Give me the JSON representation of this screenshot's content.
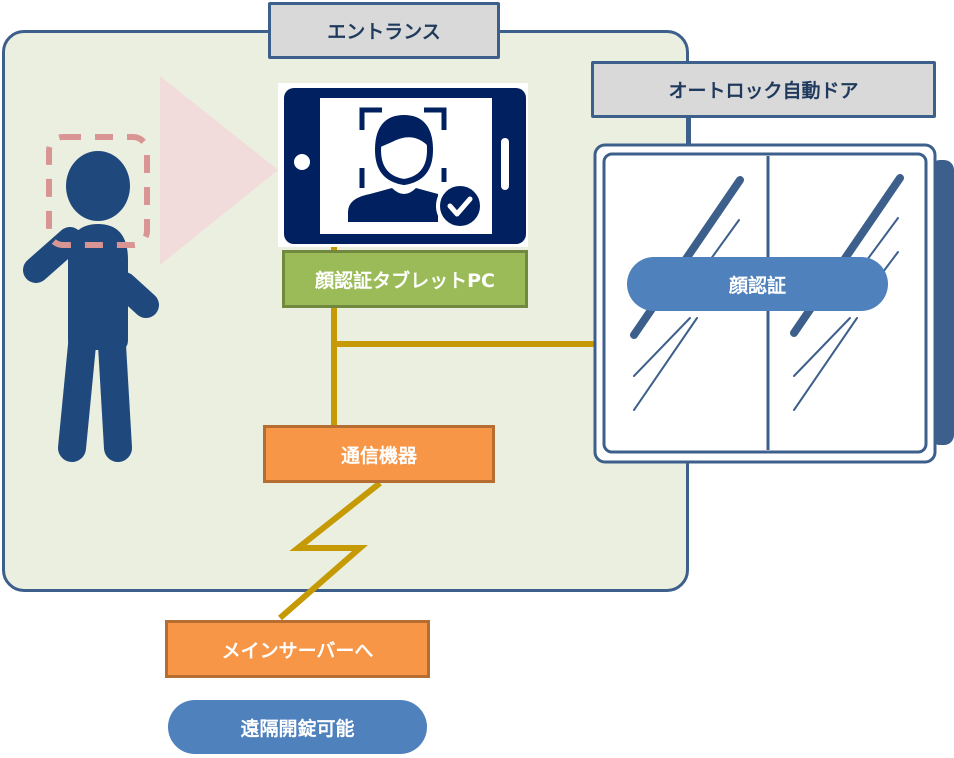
{
  "labels": {
    "entrance": "エントランス",
    "autolock_door": "オートロック自動ドア",
    "tablet": "顔認証タブレットPC",
    "network_device": "通信機器",
    "main_server": "メインサーバーへ",
    "remote_unlock": "遠隔開錠可能",
    "face_auth": "顔認証"
  },
  "colors": {
    "area_fill": "#ebefe0",
    "border": "#3d5f8c",
    "cable": "#c59a05",
    "person": "#1f497d",
    "tablet": "#002060",
    "green": "#9bbb59",
    "orange": "#f79646",
    "blue_pill": "#4f81bd",
    "scan_beam": "#f2dcdb",
    "scan_frame": "#d99594"
  },
  "icons": {
    "person": "person-icon",
    "tablet": "tablet-face-recognition-icon",
    "door": "sliding-door-icon",
    "check": "check-circle-icon"
  }
}
